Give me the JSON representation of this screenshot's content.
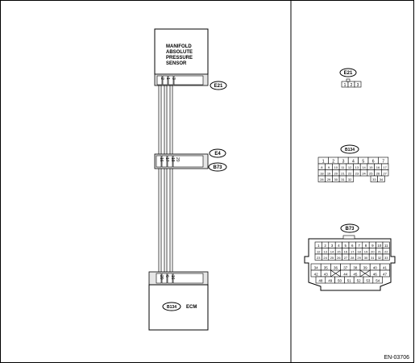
{
  "sensor": {
    "line1": "MANIFOLD",
    "line2": "ABSOLUTE",
    "line3": "PRESSURE",
    "line4": "SENSOR"
  },
  "ecm": {
    "label": "ECM",
    "connector": "B134"
  },
  "connectors": {
    "e21": "E21",
    "e4": "E4",
    "b73": "B73",
    "b134": "B134"
  },
  "pins": {
    "sensor": [
      "2",
      "1",
      "3"
    ],
    "mid_left": [
      "16",
      "17",
      "18"
    ],
    "mid_right": [
      "20"
    ],
    "ecm": [
      "20",
      "6",
      "16"
    ]
  },
  "e21_face": [
    "1",
    "2",
    "3"
  ],
  "b134_face": {
    "row1": [
      "1",
      "2",
      "3",
      "4",
      "5",
      "6",
      "7"
    ],
    "row2": [
      "8",
      "9",
      "10",
      "11",
      "12",
      "13",
      "14",
      "15",
      "16",
      "17"
    ],
    "row3": [
      "18",
      "19",
      "20",
      "21",
      "22",
      "23",
      "24",
      "25",
      "26",
      "27"
    ],
    "row4a": [
      "28",
      "29",
      "30",
      "31",
      "32"
    ],
    "row4b": [
      "33",
      "34"
    ]
  },
  "b73_face": {
    "row1": [
      "1",
      "2",
      "3",
      "4",
      "5",
      "6",
      "7",
      "8",
      "9",
      "10",
      "11"
    ],
    "row2": [
      "12",
      "13",
      "14",
      "15",
      "16",
      "17",
      "18",
      "19",
      "20",
      "21",
      "22"
    ],
    "row3": [
      "23",
      "24",
      "25",
      "26",
      "27",
      "28",
      "29",
      "30",
      "31",
      "32",
      "33"
    ],
    "row4": [
      "34",
      "35",
      "36",
      "37",
      "38",
      "39",
      "40",
      "41"
    ],
    "row5a": [
      "42",
      "43"
    ],
    "row5b": [
      "44",
      "45"
    ],
    "row5c": [
      "46",
      "47"
    ],
    "row6": [
      "48",
      "49",
      "50",
      "51",
      "52",
      "53",
      "54"
    ]
  },
  "figure_code": "EN-03706"
}
